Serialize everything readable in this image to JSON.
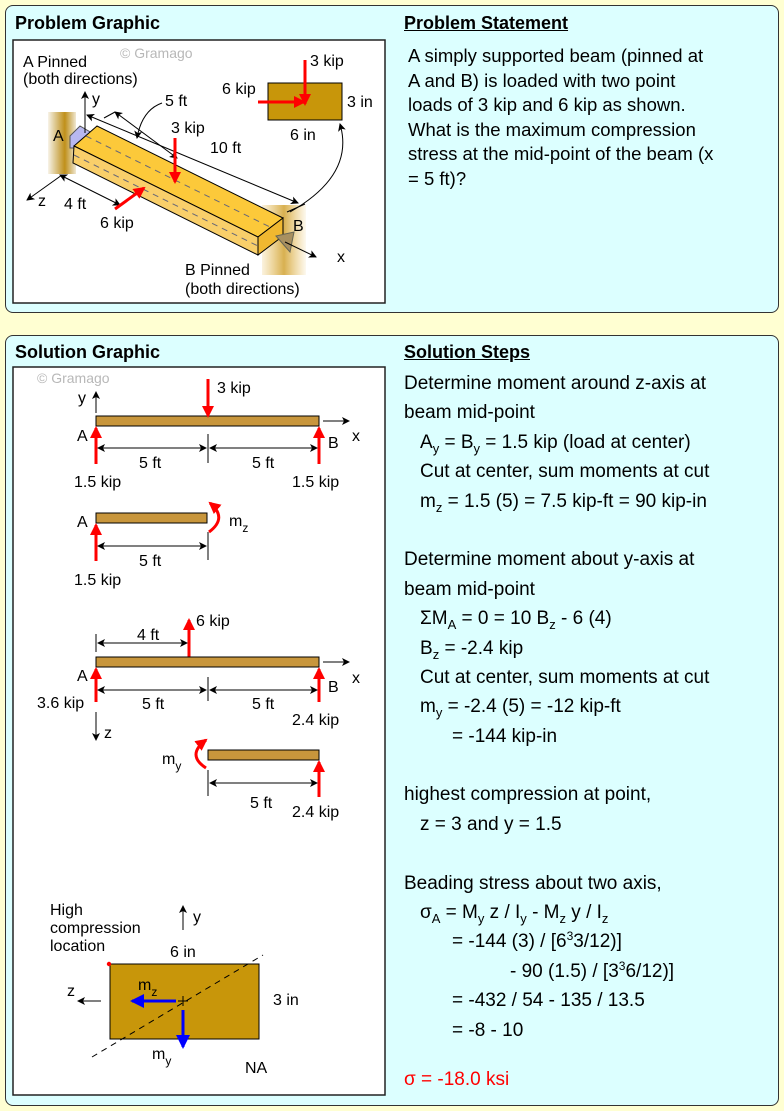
{
  "problem": {
    "graphic_title": "Problem Graphic",
    "statement_title": "Problem Statement",
    "statement_lines": [
      "A simply supported beam (pinned at",
      "A and B) is loaded with two point",
      "loads of 3 kip and 6 kip as shown.",
      "What is the maximum compression",
      "stress at the mid-point of the beam (x",
      "= 5 ft)?"
    ],
    "graphic": {
      "watermark": "© Gramago",
      "a_pinned": "A Pinned",
      "a_dirs": "(both directions)",
      "b_pinned": "B Pinned",
      "b_dirs": "(both directions)",
      "a": "A",
      "b": "B",
      "x": "x",
      "y": "y",
      "z": "z",
      "dim_5ft": "5 ft",
      "dim_10ft": "10 ft",
      "dim_4ft": "4 ft",
      "load_3kip": "3 kip",
      "load_6kip": "6 kip",
      "cs_3kip": "3 kip",
      "cs_6kip": "6 kip",
      "cs_3in": "3 in",
      "cs_6in": "6 in"
    }
  },
  "solution": {
    "graphic_title": "Solution Graphic",
    "steps_title": "Solution Steps",
    "graphic": {
      "watermark": "© Gramago",
      "fbd1": {
        "y": "y",
        "x": "x",
        "a": "A",
        "b": "B",
        "load": "3 kip",
        "d1": "5 ft",
        "d2": "5 ft",
        "ra": "1.5 kip",
        "rb": "1.5 kip"
      },
      "fbd2": {
        "a": "A",
        "d": "5 ft",
        "ra": "1.5 kip",
        "m": "m",
        "m_sub": "z"
      },
      "fbd3": {
        "load": "6 kip",
        "d4": "4 ft",
        "a": "A",
        "b": "B",
        "x": "x",
        "z": "z",
        "d1": "5 ft",
        "d2": "5 ft",
        "ra": "3.6 kip",
        "rb": "2.4 kip"
      },
      "fbd4": {
        "m": "m",
        "m_sub": "y",
        "d": "5 ft",
        "rb": "2.4 kip"
      },
      "section": {
        "note1": "High",
        "note2": "compression",
        "note3": "location",
        "y": "y",
        "z": "z",
        "w": "6 in",
        "h": "3 in",
        "mz": "m",
        "mz_sub": "z",
        "my": "m",
        "my_sub": "y",
        "na": "NA"
      }
    },
    "steps": {
      "s1_title1": "Determine moment around z-axis at",
      "s1_title2": "beam mid-point",
      "s1_l1": [
        "A",
        "y",
        " = B",
        "y",
        " = 1.5 kip (load at center)"
      ],
      "s1_l2": "Cut at center, sum moments at cut",
      "s1_l3": [
        "m",
        "z",
        " = 1.5 (5) = 7.5 kip-ft = 90 kip-in"
      ],
      "s2_title1": "Determine moment about y-axis at",
      "s2_title2": "beam mid-point",
      "s2_l1": [
        "ΣM",
        "A",
        " = 0 = 10 B",
        "z",
        " - 6 (4)"
      ],
      "s2_l2": [
        "B",
        "z",
        " = -2.4 kip"
      ],
      "s2_l3": "Cut at center, sum moments at cut",
      "s2_l4": [
        "m",
        "y",
        " = -2.4 (5) = -12 kip-ft"
      ],
      "s2_l5": "= -144 kip-in",
      "s3_title": "highest compression at point,",
      "s3_l1": "z = 3 and y = 1.5",
      "s4_title": "Beading stress about two axis,",
      "s4_l1": [
        "σ",
        "A",
        " = M",
        "y",
        " z / I",
        "y",
        " - M",
        "z",
        " y / I",
        "z"
      ],
      "s4_l2": [
        "= -144 (3) / [6",
        "3",
        "3/12)]"
      ],
      "s4_l3": [
        "- 90 (1.5) / [3",
        "3",
        "6/12)]"
      ],
      "s4_l4": "= -432 / 54 - 135 / 13.5",
      "s4_l5": "= -8 - 10",
      "answer": "σ = -18.0 ksi"
    }
  },
  "colors": {
    "page": "#ffffd2",
    "panel": "#dcffff",
    "load": "#ff0000",
    "moment_vector": "#0000ff",
    "beam_top": "#fcc93a",
    "section": "#c8960a"
  }
}
